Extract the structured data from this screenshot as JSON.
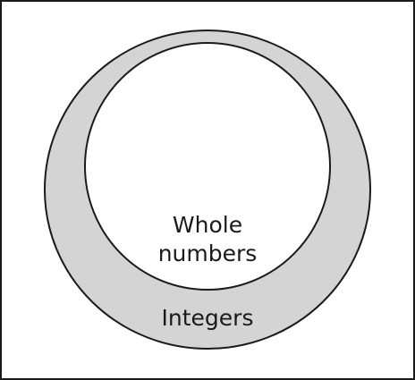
{
  "diagram": {
    "type": "venn-nested-sets",
    "inner_set_label_line1": "Whole",
    "inner_set_label_line2": "numbers",
    "outer_set_label": "Integers",
    "colors": {
      "background": "#ffffff",
      "outer_fill": "#d4d4d4",
      "inner_fill": "#ffffff",
      "stroke": "#1a1a1a"
    }
  }
}
